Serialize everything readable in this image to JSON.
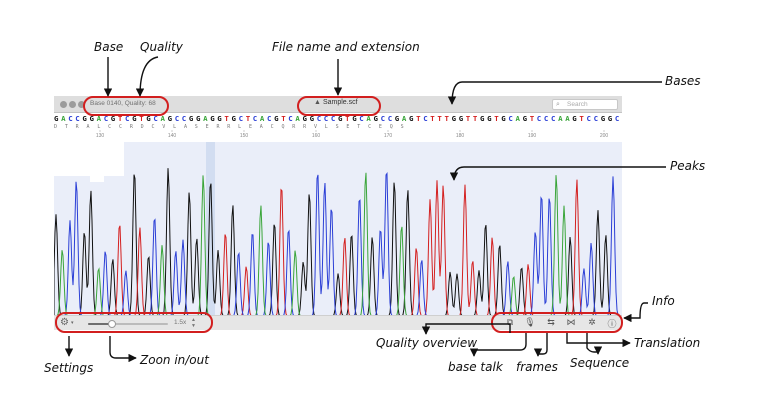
{
  "window": {
    "status_text": "Base 0140, Quality: 68",
    "filename": "Sample.scf",
    "search_placeholder": "Search",
    "file_icon": "document-icon",
    "search_icon": "magnifier-icon"
  },
  "sequence": {
    "bases": "GACCGGACGTCGTGCAGCCGGAGGTGCTCACGTCAGGCCCGTGCAGCCGAGTCTTTGGTTGGTGCAGTCCCAAGTCCGGC",
    "colors": {
      "A": "#3aa53a",
      "C": "#2b3fd6",
      "G": "#111111",
      "T": "#d42020"
    },
    "translation": "D  T  R  A  L  C  C  R  D  C  V  L  A  S  E  R  R  L  E  A  C  Q  R  R  V  L  S  E  T  C  E  Q  S",
    "ruler_ticks": [
      "130",
      "140",
      "150",
      "160",
      "170",
      "180",
      "190",
      "200"
    ]
  },
  "toolbar": {
    "settings_icon": "gear-icon",
    "zoom_value": "1.5x",
    "zoom_level": 0.3,
    "icons": [
      {
        "name": "quality-overview-icon",
        "glyph": "⧉"
      },
      {
        "name": "microphone-icon",
        "glyph": "🎙"
      },
      {
        "name": "frames-icon",
        "glyph": "⇆"
      },
      {
        "name": "sequence-icon",
        "glyph": "⋈"
      },
      {
        "name": "translation-icon",
        "glyph": "✲"
      },
      {
        "name": "info-icon",
        "glyph": "ⓘ"
      }
    ]
  },
  "annotations": {
    "base": "Base",
    "quality": "Quality",
    "file_name": "File name and extension",
    "bases": "Bases",
    "peaks": "Peaks",
    "info": "Info",
    "quality_overview": "Quality overview",
    "translation": "Translation",
    "settings": "Settings",
    "zoom": "Zoon in/out",
    "base_talk": "base talk",
    "frames": "frames",
    "sequence": "Sequence"
  }
}
